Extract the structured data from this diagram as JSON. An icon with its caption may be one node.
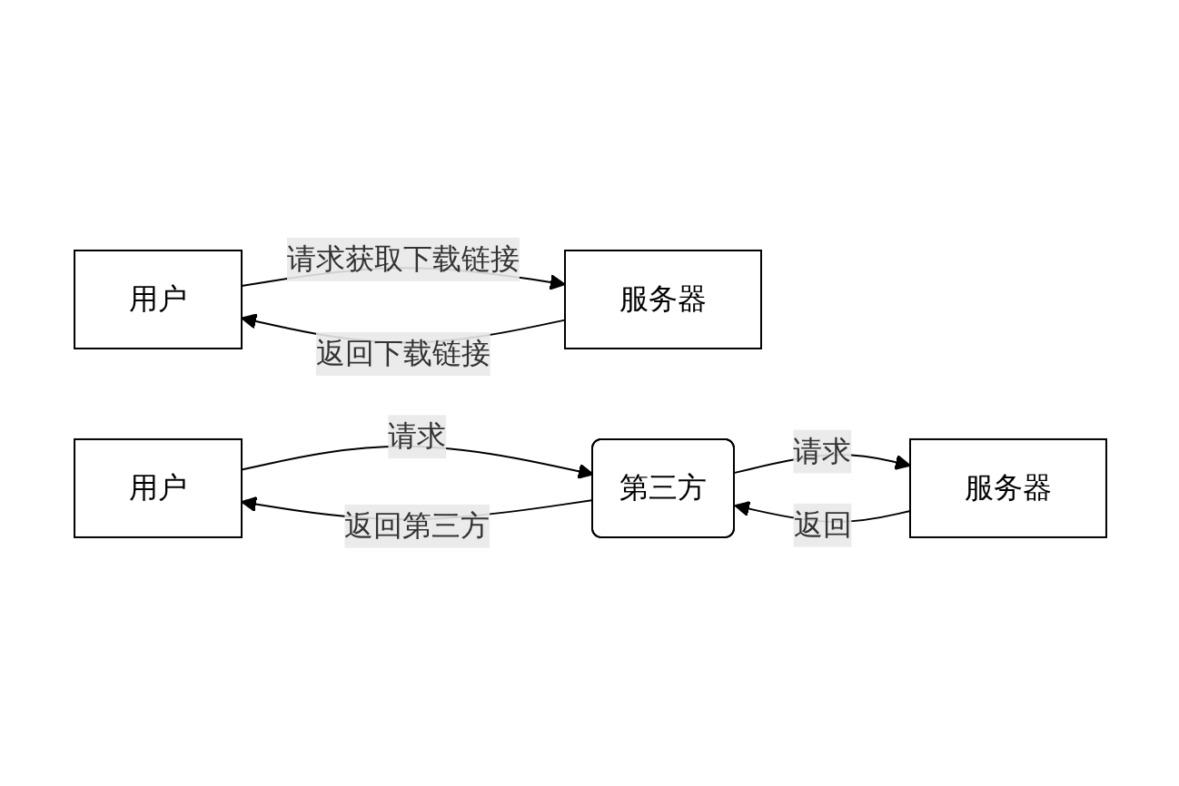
{
  "diagram": {
    "nodes": [
      {
        "text": [
          "用户"
        ]
      },
      {
        "text": [
          "服务器"
        ]
      },
      {
        "text": [
          "用户"
        ]
      },
      {
        "text": [
          "服务器"
        ]
      },
      {
        "text": [
          "第三方"
        ]
      }
    ],
    "edges": [
      {
        "from": 0,
        "to": 1,
        "arrow": "to",
        "label": "请求获取下载链接"
      },
      {
        "from": 1,
        "to": 0,
        "arrow": "to",
        "label": "返回下载链接"
      },
      {
        "from": 2,
        "to": 4,
        "arrow": "to",
        "label": "请求"
      },
      {
        "from": 4,
        "to": 3,
        "arrow": "to",
        "label": "请求"
      },
      {
        "from": 3,
        "to": 4,
        "arrow": "to",
        "label": "返回"
      },
      {
        "from": 4,
        "to": 2,
        "arrow": "to",
        "label": "返回第三方"
      }
    ]
  }
}
